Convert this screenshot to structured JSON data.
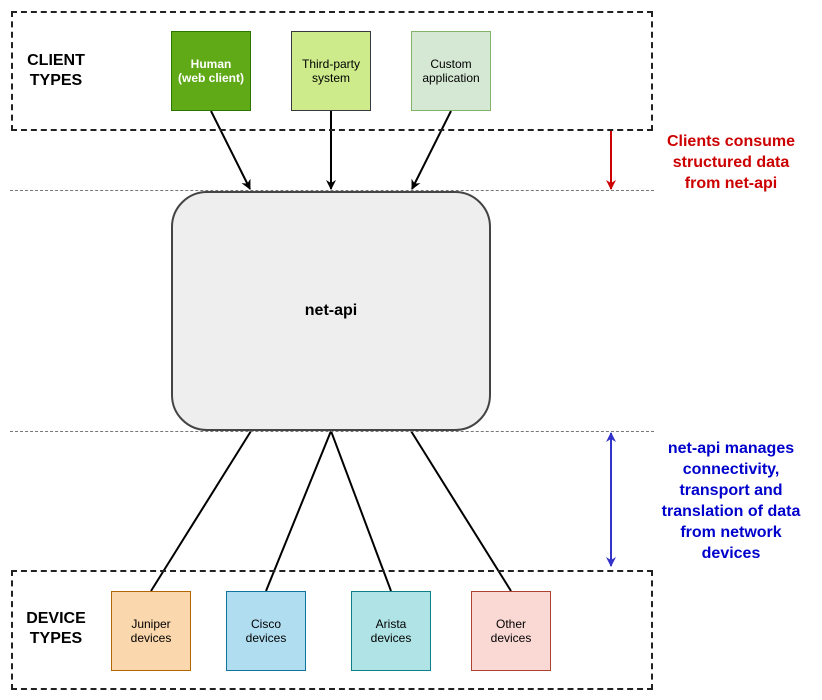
{
  "client_group": {
    "label": "CLIENT\nTYPES",
    "nodes": [
      {
        "label": "Human\n(web client)",
        "fill": "#60a917",
        "stroke": "#2d7600",
        "text_color": "#ffffff",
        "bold": true
      },
      {
        "label": "Third-party\nsystem",
        "fill": "#cdeb8b",
        "stroke": "#36393d",
        "text_color": "#000000",
        "bold": false
      },
      {
        "label": "Custom\napplication",
        "fill": "#d5e8d4",
        "stroke": "#82b366",
        "text_color": "#000000",
        "bold": false
      }
    ]
  },
  "core": {
    "label": "net-api",
    "fill": "#eeeeee"
  },
  "device_group": {
    "label": "DEVICE\nTYPES",
    "nodes": [
      {
        "label": "Juniper\ndevices",
        "fill": "#fad7ac",
        "stroke": "#b46504"
      },
      {
        "label": "Cisco\ndevices",
        "fill": "#b1ddf0",
        "stroke": "#10739e"
      },
      {
        "label": "Arista\ndevices",
        "fill": "#b0e3e6",
        "stroke": "#0e8088"
      },
      {
        "label": "Other\ndevices",
        "fill": "#fad9d5",
        "stroke": "#ae4132"
      }
    ]
  },
  "annotations": {
    "clients": {
      "text": "Clients consume\nstructured data\nfrom net-api",
      "color": "#cc0000"
    },
    "devices": {
      "text": "net-api manages\nconnectivity,\ntransport and\ntranslation of data\nfrom network\ndevices",
      "color": "#0000cc"
    }
  }
}
